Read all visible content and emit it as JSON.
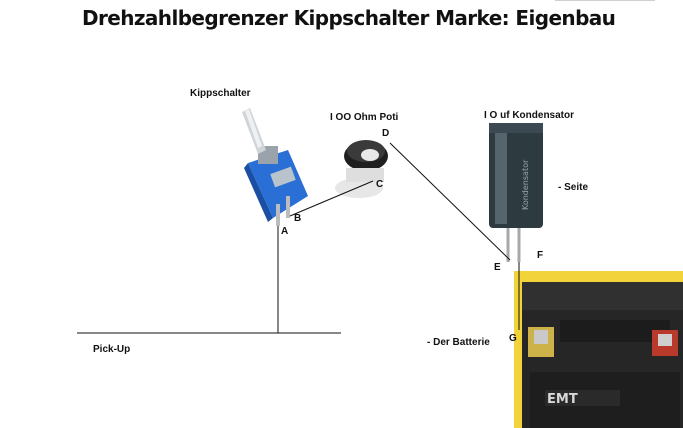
{
  "title": "Drehzahlbegrenzer Kippschalter Marke: Eigenbau",
  "labels": {
    "switch": "Kippschalter",
    "poti": "I OO Ohm Poti",
    "capacitor": "I O uf Kondensator",
    "side": "- Seite",
    "battery": "- Der Batterie",
    "pickup": "Pick-Up"
  },
  "points": {
    "a": "A",
    "b": "B",
    "c": "C",
    "d": "D",
    "e": "E",
    "f": "F",
    "g": "G"
  },
  "capacitor_print": "Kondensator",
  "battery_logo": "EMT",
  "colors": {
    "switch_body": "#2a6fd6",
    "capacitor_body": "#2d3a40",
    "battery_body": "#262626",
    "battery_background": "#f2d33a",
    "wire": "#111111"
  }
}
